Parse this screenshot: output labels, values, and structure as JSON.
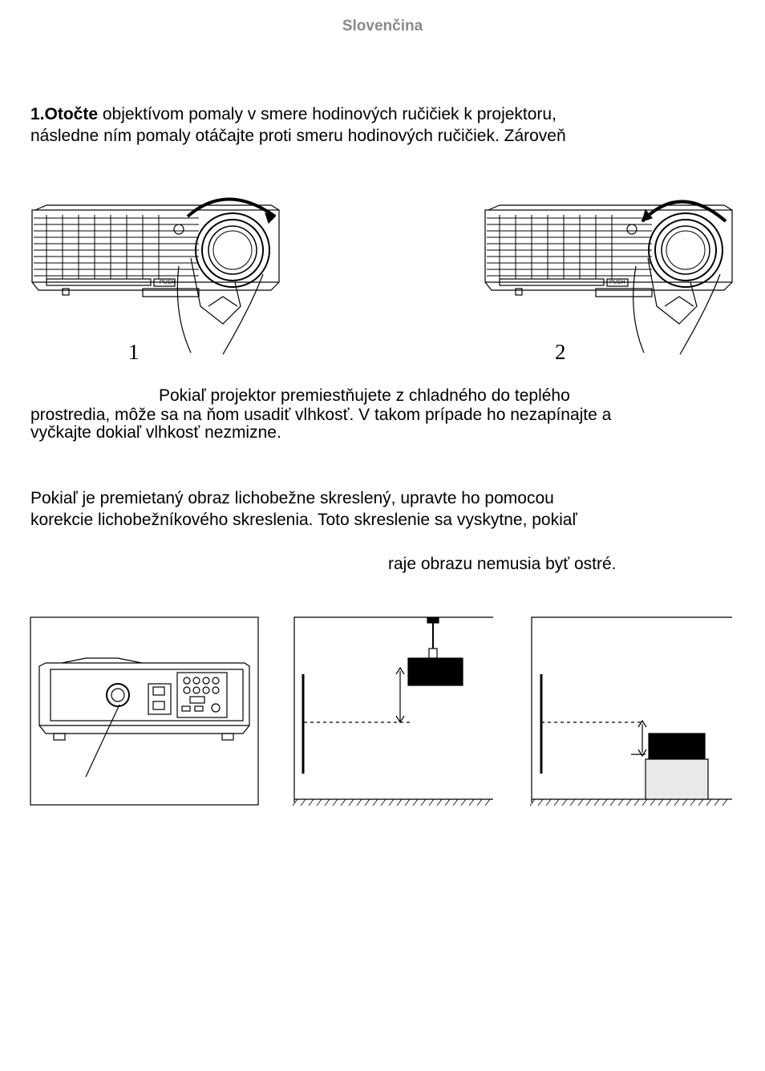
{
  "header": {
    "language": "Slovenčina"
  },
  "step1": {
    "lead": "1.Otočte",
    "line1_rest": " objektívom pomaly v smere hodinových ručičiek k projektoru,",
    "line2": "následne ním pomaly otáčajte proti smeru hodinových ručičiek. Zároveň"
  },
  "figures_top": {
    "label1": "1",
    "label2": "2",
    "push_label": "PUSH"
  },
  "note_condensation": {
    "line1": "Pokiaľ projektor premiestňujete z chladného do teplého",
    "line2": "prostredia, môže sa na ňom usadiť vlhkosť. V takom prípade ho nezapínajte a",
    "line3": "vyčkajte dokiaľ vlhkosť nezmizne."
  },
  "keystone": {
    "line1": "Pokiaľ je premietaný obraz lichobežne skreslený, upravte ho pomocou",
    "line2": "korekcie lichobežníkového skreslenia. Toto skreslenie sa vyskytne, pokiaľ",
    "line3": "raje obrazu nemusia byť ostré."
  }
}
